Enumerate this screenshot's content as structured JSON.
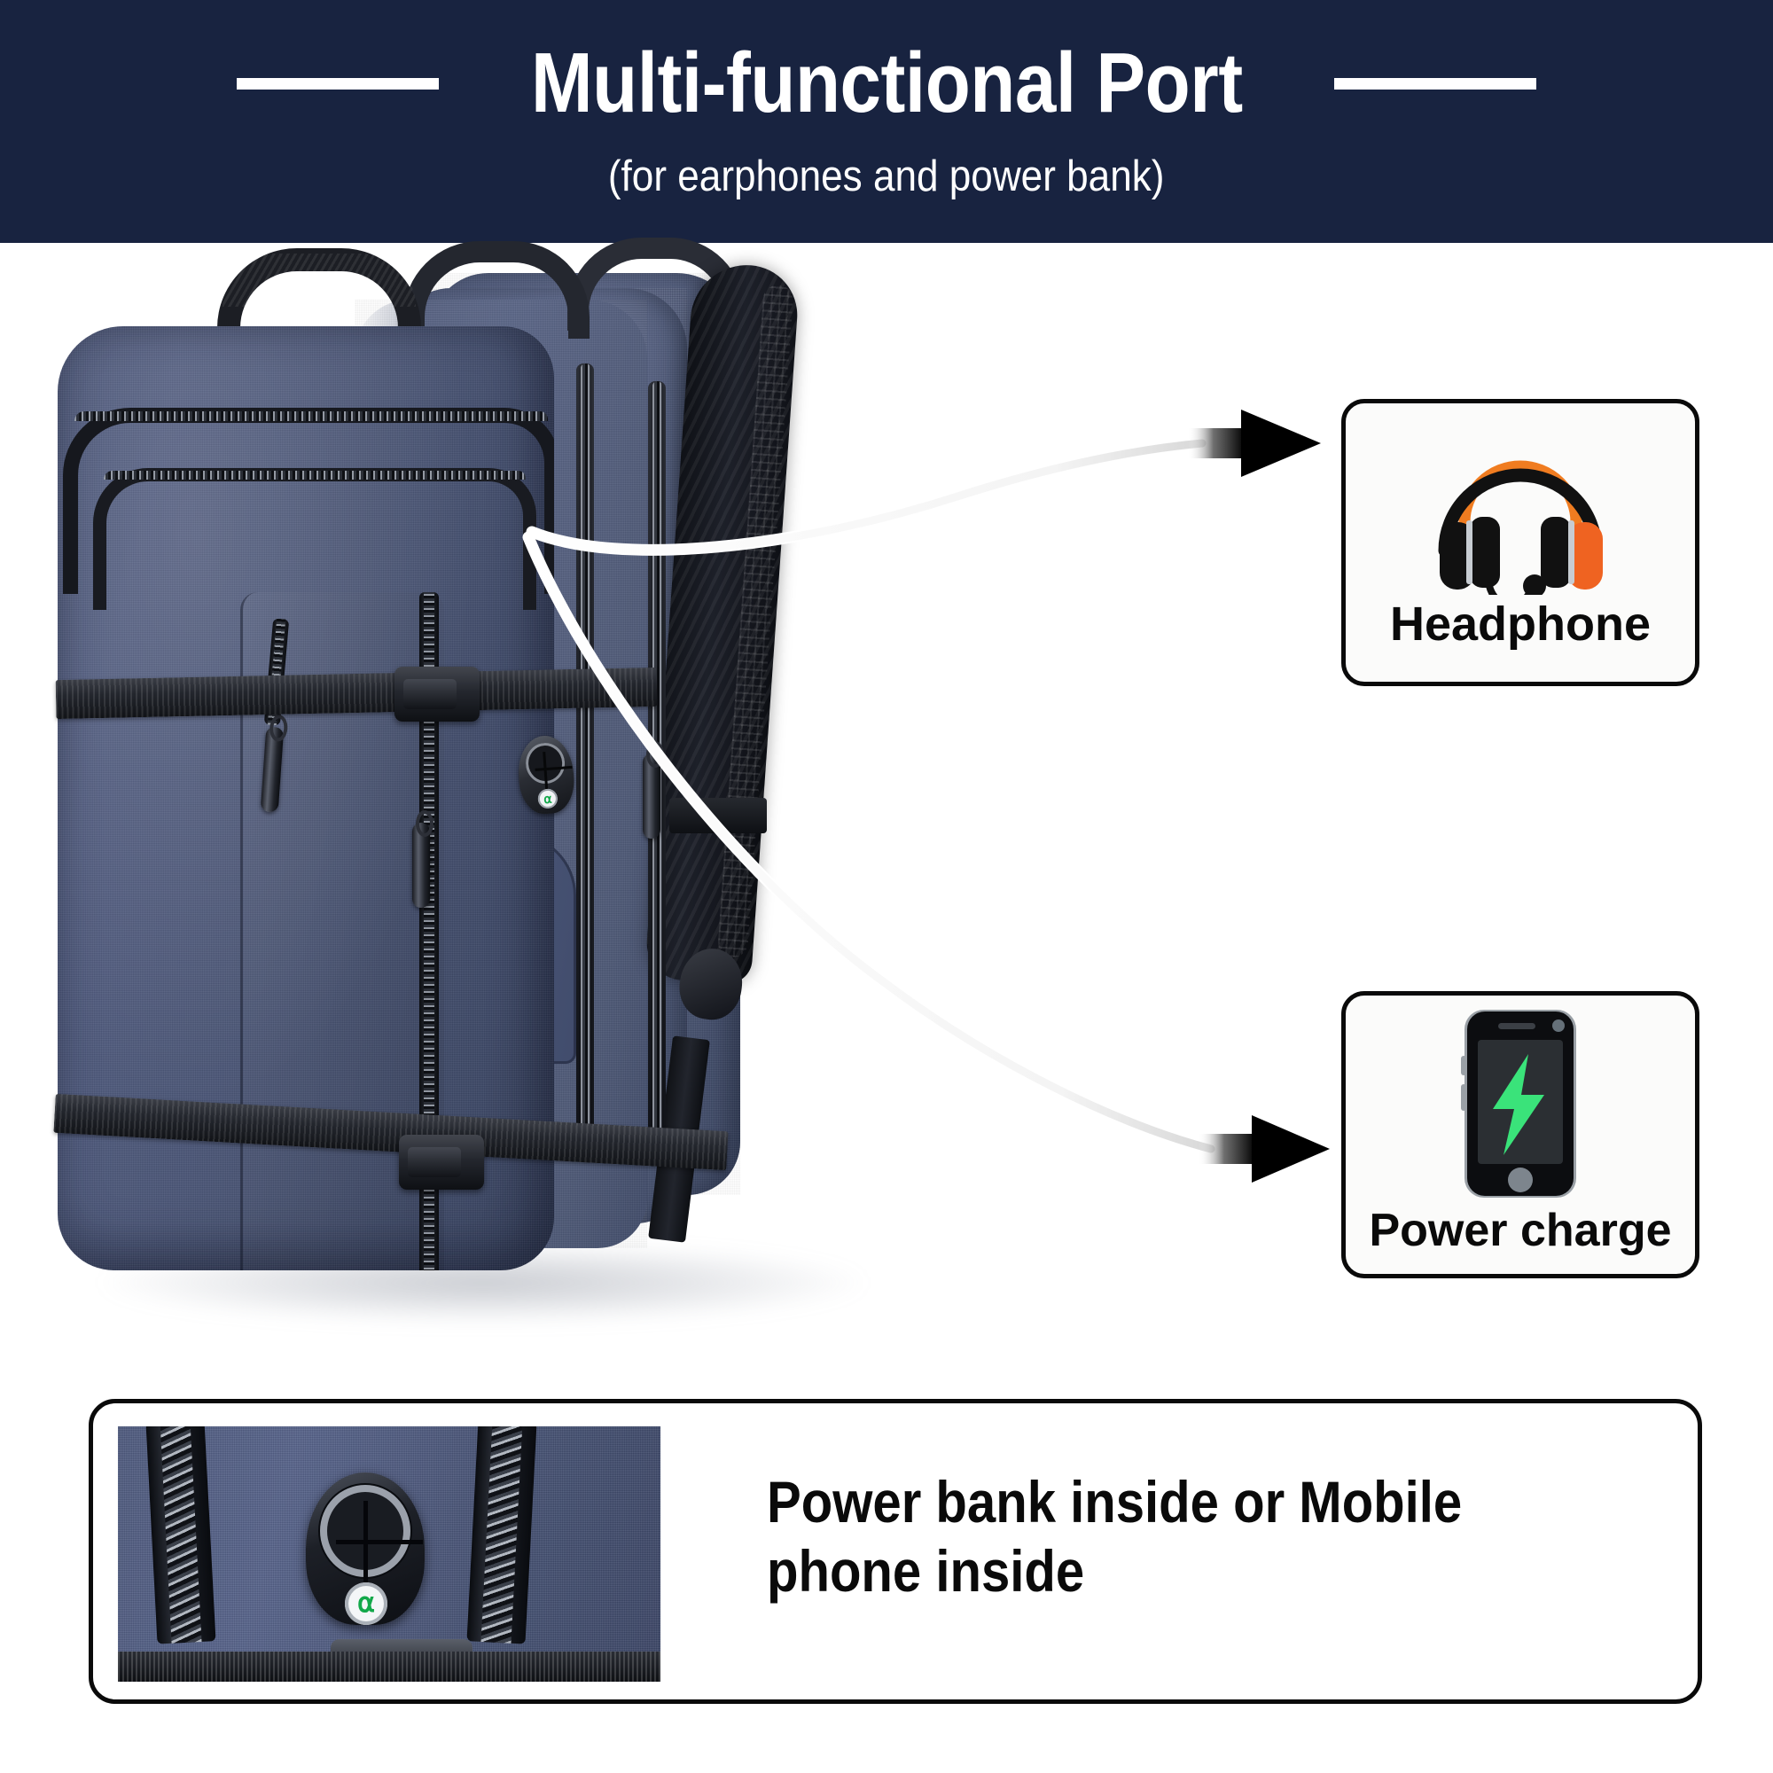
{
  "banner": {
    "title": "Multi-functional Port",
    "subtitle": "(for earphones and power bank)",
    "background_color": "#182340",
    "text_color": "#ffffff",
    "left_dash": "",
    "right_dash": ""
  },
  "product": {
    "name": "navy-blue-expandable-travel-backpack",
    "fabric_color": "#4a5578",
    "hardware_color": "#141619",
    "port_badge_color": "#12a84a"
  },
  "callouts": [
    {
      "id": "headphone",
      "label": "Headphone",
      "icon": "headset-icon",
      "icon_colors": {
        "body": "#111111",
        "accent": "#f07c20"
      },
      "border_color": "#0a0a0a",
      "background_color": "#fbfbfa"
    },
    {
      "id": "power-charge",
      "label": "Power charge",
      "icon": "smartphone-charging-icon",
      "icon_colors": {
        "body": "#111111",
        "screen": "#2b2f33",
        "bolt": "#3ae37a"
      },
      "border_color": "#0a0a0a",
      "background_color": "#fbfbfa"
    }
  ],
  "connectors": [
    {
      "name": "cable-to-headphone",
      "from": "backpack-port",
      "to": "headphone-callout",
      "color": "#f2f2f2"
    },
    {
      "name": "cable-to-power-charge",
      "from": "backpack-port",
      "to": "power-charge-callout",
      "color": "#f2f2f2"
    }
  ],
  "bottom": {
    "caption_line_1": "Power bank inside or Mobile",
    "caption_line_2": "phone inside",
    "photo_alt": "close-up-of-multifunctional-port-plate",
    "border_color": "#0a0a0a"
  }
}
